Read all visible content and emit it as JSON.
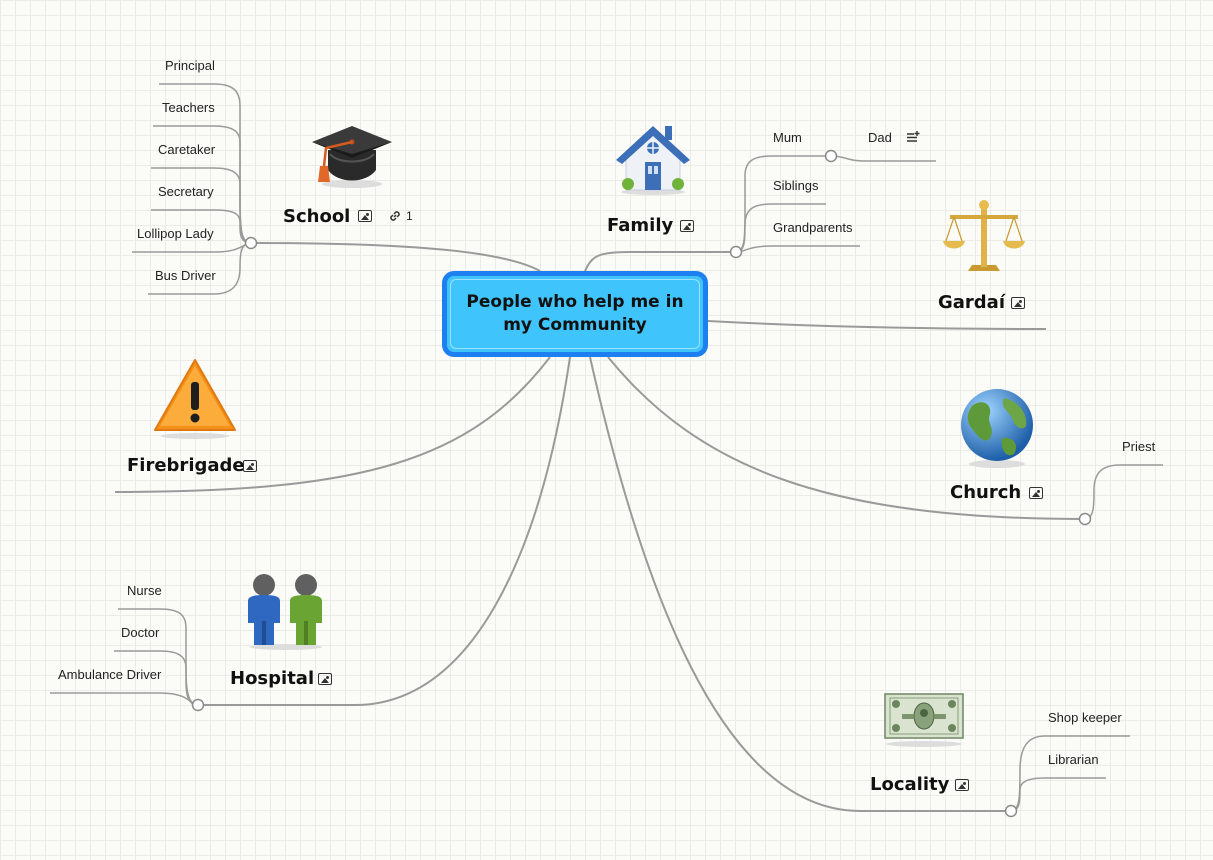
{
  "central_topic": "People who help me in my Community",
  "topics": {
    "school": {
      "label": "School",
      "link_count": "1",
      "icon": "graduation-cap-icon",
      "children": [
        "Principal",
        "Teachers",
        "Caretaker",
        "Secretary",
        "Lollipop Lady",
        "Bus Driver"
      ]
    },
    "family": {
      "label": "Family",
      "icon": "house-icon",
      "children": [
        "Mum",
        "Siblings",
        "Grandparents"
      ],
      "grandchild": "Dad"
    },
    "gardai": {
      "label": "Gardaí",
      "icon": "scales-of-justice-icon",
      "children": []
    },
    "church": {
      "label": "Church",
      "icon": "globe-icon",
      "children": [
        "Priest"
      ]
    },
    "firebrigade": {
      "label": "Firebrigade",
      "icon": "warning-sign-icon",
      "children": []
    },
    "hospital": {
      "label": "Hospital",
      "icon": "two-people-icon",
      "children": [
        "Nurse",
        "Doctor",
        "Ambulance Driver"
      ]
    },
    "locality": {
      "label": "Locality",
      "icon": "dollar-bill-icon",
      "children": [
        "Shop keeper",
        "Librarian"
      ]
    }
  },
  "colors": {
    "central_fill": "#3fc4fb",
    "central_border": "#1e7ff0",
    "connector": "#9a9a9a"
  }
}
